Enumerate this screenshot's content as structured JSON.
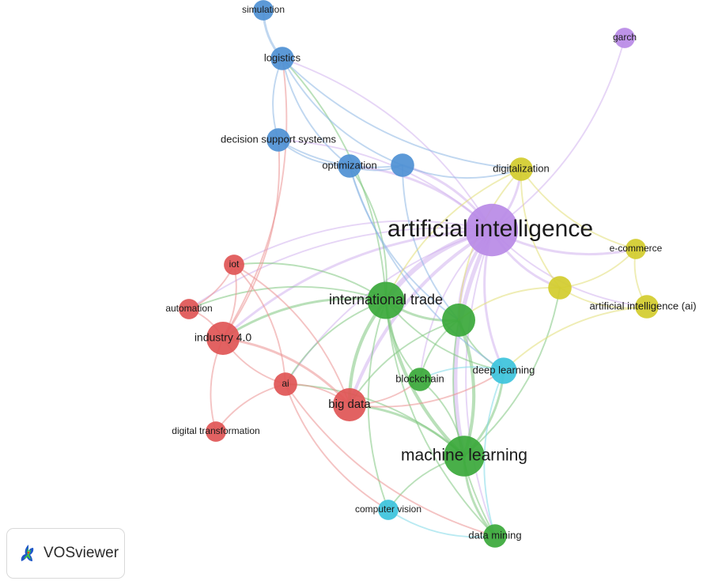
{
  "colors": {
    "cluster1_red": "#e05555",
    "cluster2_green": "#3aa83a",
    "cluster3_blue": "#4e90d4",
    "cluster4_yellow": "#d2cc2c",
    "cluster5_purple": "#b98ae6",
    "cluster6_cyan": "#3cc3dc"
  },
  "brand": {
    "name": "VOSviewer",
    "logo_icon": "vosviewer-logo-icon"
  },
  "network": {
    "nodes": [
      {
        "id": "ai_main",
        "label": "artificial intelligence",
        "cluster": "cluster5_purple",
        "weight": 10
      },
      {
        "id": "intl_trade",
        "label": "international trade",
        "cluster": "cluster2_green",
        "weight": 5
      },
      {
        "id": "ml",
        "label": "machine learning",
        "cluster": "cluster2_green",
        "weight": 6
      },
      {
        "id": "green_hub",
        "label": "",
        "cluster": "cluster2_green",
        "weight": 4
      },
      {
        "id": "blockchain",
        "label": "blockchain",
        "cluster": "cluster2_green",
        "weight": 2
      },
      {
        "id": "data_mining",
        "label": "data mining",
        "cluster": "cluster2_green",
        "weight": 2
      },
      {
        "id": "big_data",
        "label": "big data",
        "cluster": "cluster1_red",
        "weight": 4
      },
      {
        "id": "industry40",
        "label": "industry 4.0",
        "cluster": "cluster1_red",
        "weight": 4
      },
      {
        "id": "ai_short",
        "label": "ai",
        "cluster": "cluster1_red",
        "weight": 2
      },
      {
        "id": "iot",
        "label": "iot",
        "cluster": "cluster1_red",
        "weight": 1.5
      },
      {
        "id": "automation",
        "label": "automation",
        "cluster": "cluster1_red",
        "weight": 1.5
      },
      {
        "id": "digital_transformation",
        "label": "digital transformation",
        "cluster": "cluster1_red",
        "weight": 1.5
      },
      {
        "id": "simulation",
        "label": "simulation",
        "cluster": "cluster3_blue",
        "weight": 1.5
      },
      {
        "id": "logistics",
        "label": "logistics",
        "cluster": "cluster3_blue",
        "weight": 2
      },
      {
        "id": "dss",
        "label": "decision support systems",
        "cluster": "cluster3_blue",
        "weight": 2
      },
      {
        "id": "optimization",
        "label": "optimization",
        "cluster": "cluster3_blue",
        "weight": 2
      },
      {
        "id": "blue_hub",
        "label": "",
        "cluster": "cluster3_blue",
        "weight": 2
      },
      {
        "id": "digitalization",
        "label": "digitalization",
        "cluster": "cluster4_yellow",
        "weight": 2
      },
      {
        "id": "ecommerce",
        "label": "e-commerce",
        "cluster": "cluster4_yellow",
        "weight": 1.5
      },
      {
        "id": "ai_paren",
        "label": "artificial intelligence (ai)",
        "cluster": "cluster4_yellow",
        "weight": 2
      },
      {
        "id": "yellow_hub",
        "label": "",
        "cluster": "cluster4_yellow",
        "weight": 2
      },
      {
        "id": "garch",
        "label": "garch",
        "cluster": "cluster5_purple",
        "weight": 1.5
      },
      {
        "id": "deep_learning",
        "label": "deep learning",
        "cluster": "cluster6_cyan",
        "weight": 2.5
      },
      {
        "id": "computer_vision",
        "label": "computer vision",
        "cluster": "cluster6_cyan",
        "weight": 1.5
      }
    ],
    "links": [
      [
        "ai_main",
        "intl_trade",
        5
      ],
      [
        "ai_main",
        "ml",
        4
      ],
      [
        "ai_main",
        "green_hub",
        3
      ],
      [
        "ai_main",
        "big_data",
        3
      ],
      [
        "ai_main",
        "industry40",
        2
      ],
      [
        "ai_main",
        "optimization",
        2
      ],
      [
        "ai_main",
        "blue_hub",
        2
      ],
      [
        "ai_main",
        "digitalization",
        2
      ],
      [
        "ai_main",
        "ecommerce",
        2
      ],
      [
        "ai_main",
        "ai_paren",
        1
      ],
      [
        "ai_main",
        "yellow_hub",
        2
      ],
      [
        "ai_main",
        "garch",
        1
      ],
      [
        "ai_main",
        "deep_learning",
        2
      ],
      [
        "ai_main",
        "blockchain",
        1
      ],
      [
        "ai_main",
        "data_mining",
        1
      ],
      [
        "ai_main",
        "logistics",
        1
      ],
      [
        "ai_main",
        "dss",
        1
      ],
      [
        "ai_main",
        "iot",
        1
      ],
      [
        "ai_main",
        "automation",
        1
      ],
      [
        "ai_main",
        "ai_short",
        1
      ],
      [
        "intl_trade",
        "ml",
        3
      ],
      [
        "intl_trade",
        "big_data",
        3
      ],
      [
        "intl_trade",
        "green_hub",
        2
      ],
      [
        "intl_trade",
        "industry40",
        2
      ],
      [
        "intl_trade",
        "blockchain",
        1
      ],
      [
        "intl_trade",
        "deep_learning",
        1
      ],
      [
        "intl_trade",
        "data_mining",
        1
      ],
      [
        "intl_trade",
        "ai_short",
        1
      ],
      [
        "intl_trade",
        "iot",
        1
      ],
      [
        "intl_trade",
        "automation",
        1
      ],
      [
        "intl_trade",
        "optimization",
        1
      ],
      [
        "intl_trade",
        "logistics",
        1
      ],
      [
        "intl_trade",
        "computer_vision",
        1
      ],
      [
        "ml",
        "green_hub",
        3
      ],
      [
        "ml",
        "big_data",
        2
      ],
      [
        "ml",
        "data_mining",
        2
      ],
      [
        "ml",
        "deep_learning",
        2
      ],
      [
        "ml",
        "blockchain",
        1
      ],
      [
        "ml",
        "ai_short",
        1
      ],
      [
        "ml",
        "computer_vision",
        1
      ],
      [
        "ml",
        "yellow_hub",
        1
      ],
      [
        "green_hub",
        "big_data",
        1
      ],
      [
        "green_hub",
        "data_mining",
        1
      ],
      [
        "green_hub",
        "deep_learning",
        1
      ],
      [
        "green_hub",
        "blockchain",
        1
      ],
      [
        "big_data",
        "industry40",
        2
      ],
      [
        "big_data",
        "ai_short",
        1
      ],
      [
        "big_data",
        "iot",
        1
      ],
      [
        "big_data",
        "blockchain",
        1
      ],
      [
        "big_data",
        "deep_learning",
        1
      ],
      [
        "industry40",
        "ai_short",
        1
      ],
      [
        "industry40",
        "iot",
        1
      ],
      [
        "industry40",
        "automation",
        1
      ],
      [
        "industry40",
        "digital_transformation",
        1
      ],
      [
        "industry40",
        "dss",
        1
      ],
      [
        "industry40",
        "logistics",
        1
      ],
      [
        "ai_short",
        "iot",
        1
      ],
      [
        "ai_short",
        "digital_transformation",
        1
      ],
      [
        "ai_short",
        "computer_vision",
        1
      ],
      [
        "ai_short",
        "data_mining",
        1
      ],
      [
        "automation",
        "iot",
        1
      ],
      [
        "simulation",
        "logistics",
        2
      ],
      [
        "logistics",
        "dss",
        1
      ],
      [
        "logistics",
        "optimization",
        1
      ],
      [
        "logistics",
        "blue_hub",
        1
      ],
      [
        "logistics",
        "digitalization",
        1
      ],
      [
        "dss",
        "optimization",
        1
      ],
      [
        "dss",
        "blue_hub",
        1
      ],
      [
        "optimization",
        "blue_hub",
        1
      ],
      [
        "optimization",
        "green_hub",
        1
      ],
      [
        "optimization",
        "deep_learning",
        1
      ],
      [
        "blue_hub",
        "digitalization",
        1
      ],
      [
        "blue_hub",
        "green_hub",
        1
      ],
      [
        "digitalization",
        "yellow_hub",
        1
      ],
      [
        "digitalization",
        "ecommerce",
        1
      ],
      [
        "digitalization",
        "intl_trade",
        1
      ],
      [
        "digitalization",
        "green_hub",
        1
      ],
      [
        "yellow_hub",
        "ai_paren",
        1
      ],
      [
        "yellow_hub",
        "ecommerce",
        1
      ],
      [
        "yellow_hub",
        "green_hub",
        1
      ],
      [
        "ecommerce",
        "ai_paren",
        1
      ],
      [
        "ai_paren",
        "deep_learning",
        1
      ],
      [
        "deep_learning",
        "blockchain",
        1
      ],
      [
        "deep_learning",
        "data_mining",
        1
      ],
      [
        "computer_vision",
        "data_mining",
        1
      ]
    ]
  }
}
